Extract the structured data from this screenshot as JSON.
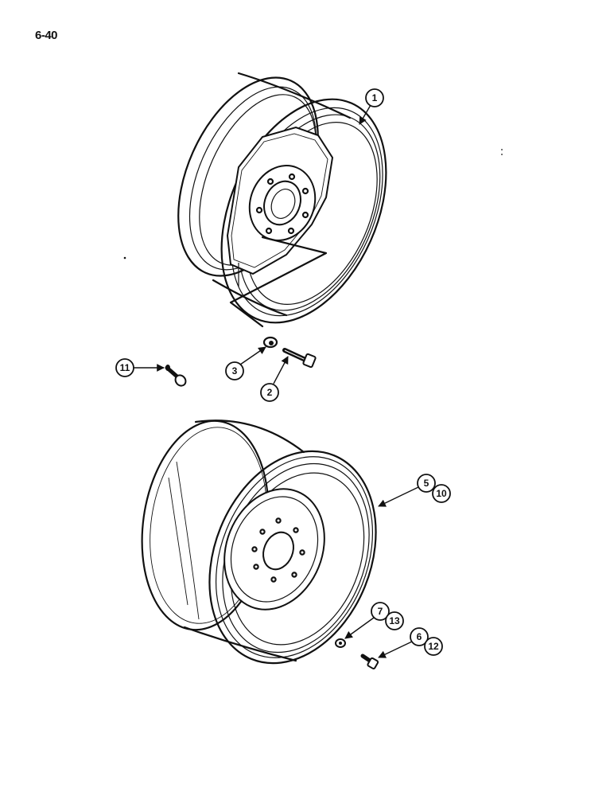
{
  "page": {
    "page_number": "6-40"
  },
  "callouts": {
    "c1": "1",
    "c2": "2",
    "c3": "3",
    "c5": "5",
    "c6": "6",
    "c7": "7",
    "c10": "10",
    "c11": "11",
    "c12": "12",
    "c13": "13"
  }
}
